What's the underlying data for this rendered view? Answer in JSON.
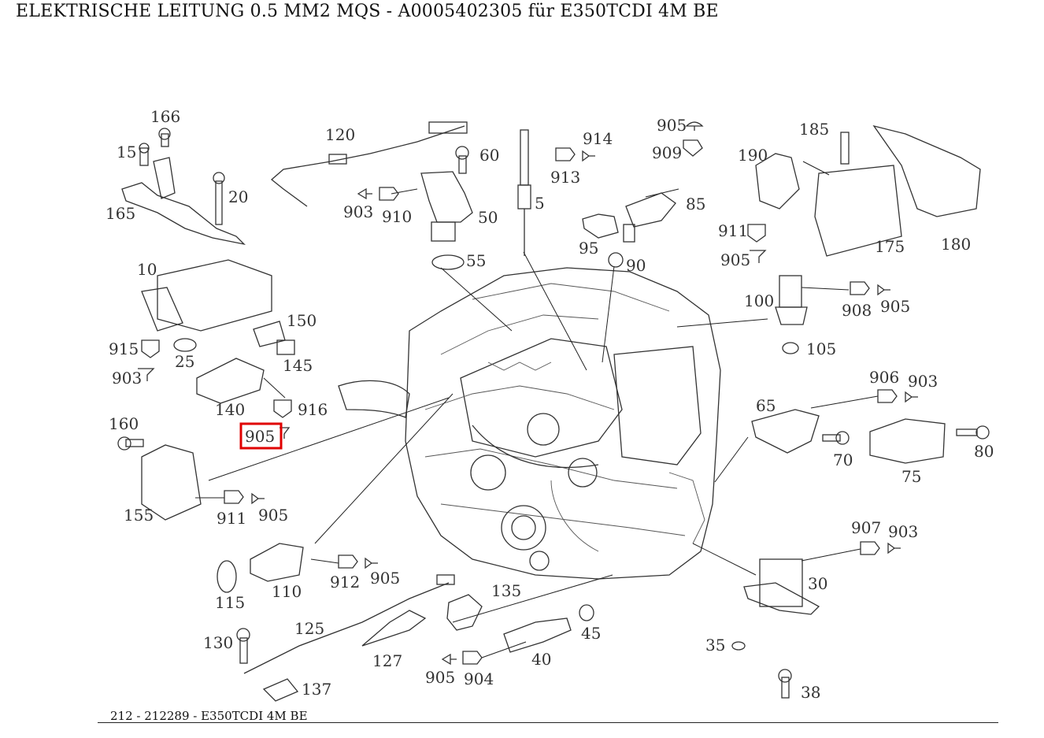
{
  "header": {
    "title": "ELEKTRISCHE LEITUNG 0.5 MM2 MQS - A0005402305 für E350TCDI 4M BE"
  },
  "footer": {
    "text": "212 - 212289 - E350TCDI 4M BE"
  },
  "highlight": {
    "label": "905",
    "color": "#e00000"
  },
  "callouts": [
    "166",
    "15",
    "165",
    "20",
    "120",
    "60",
    "903",
    "910",
    "50",
    "55",
    "5",
    "914",
    "913",
    "905",
    "909",
    "85",
    "95",
    "90",
    "185",
    "190",
    "175",
    "180",
    "911",
    "905",
    "10",
    "150",
    "915",
    "25",
    "145",
    "903",
    "140",
    "916",
    "905",
    "100",
    "908",
    "905",
    "105",
    "906",
    "903",
    "65",
    "70",
    "80",
    "75",
    "160",
    "155",
    "911",
    "905",
    "110",
    "912",
    "905",
    "115",
    "135",
    "907",
    "903",
    "30",
    "125",
    "130",
    "45",
    "127",
    "40",
    "35",
    "905",
    "904",
    "137",
    "38"
  ]
}
